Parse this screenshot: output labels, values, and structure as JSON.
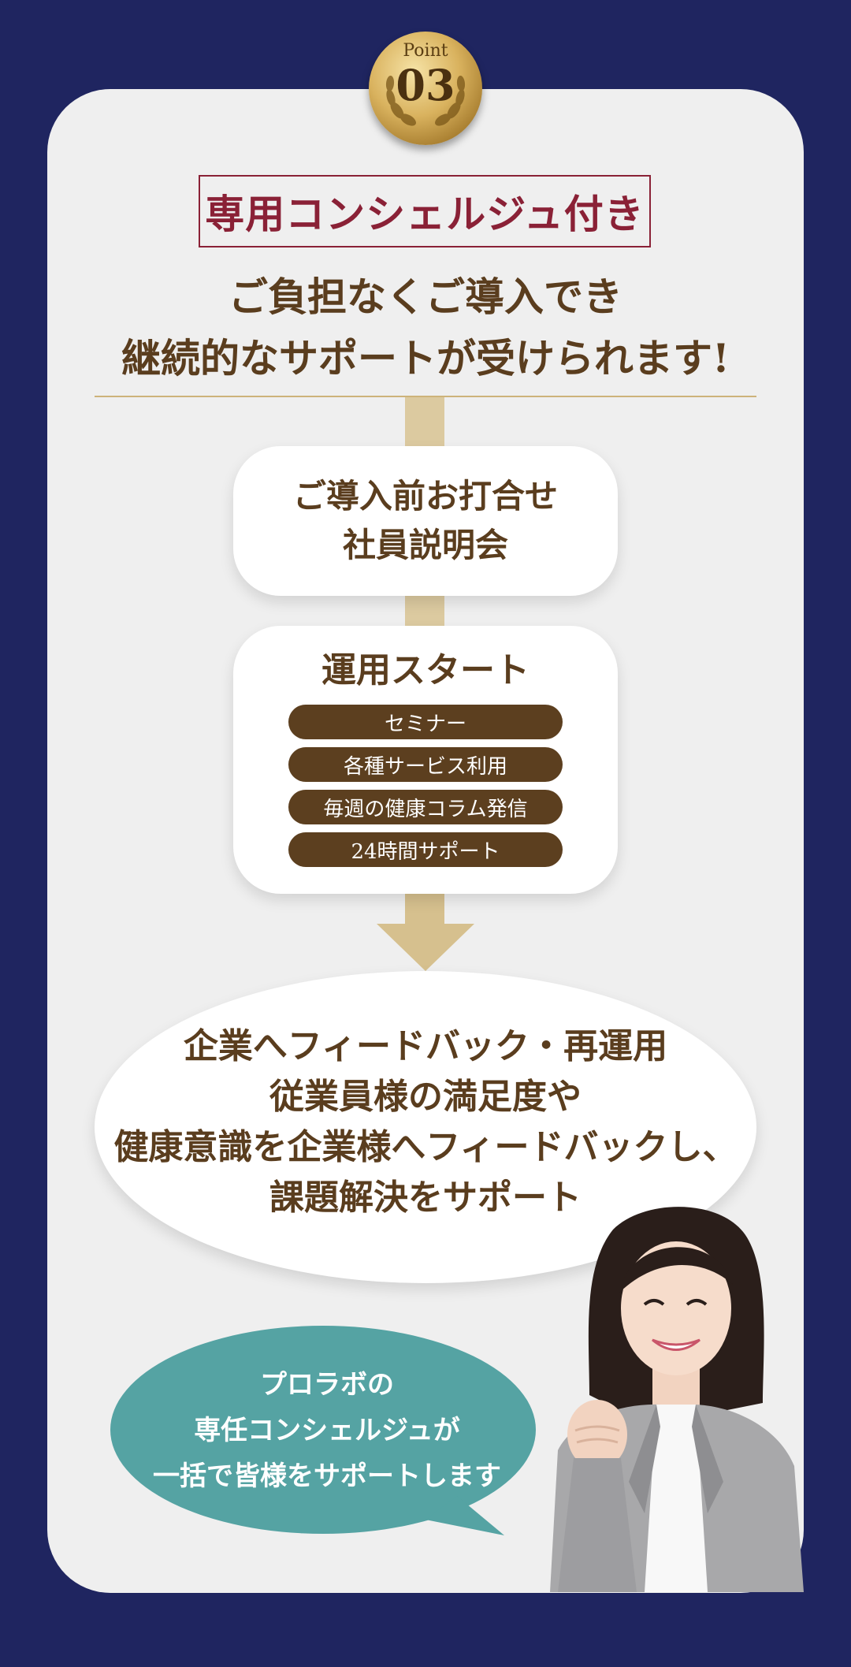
{
  "badge": {
    "label": "Point",
    "number": "03"
  },
  "title": "専用コンシェルジュ付き",
  "headline": [
    "ご負担なくご導入でき",
    "継続的なサポートが受けられます!"
  ],
  "step1": {
    "lines": [
      "ご導入前お打合せ",
      "社員説明会"
    ]
  },
  "step2": {
    "title": "運用スタート",
    "items": [
      "セミナー",
      "各種サービス利用",
      "毎週の健康コラム発信",
      "24時間サポート"
    ]
  },
  "result": {
    "lines": [
      "企業へフィードバック・再運用",
      "従業員様の満足度や",
      "健康意識を企業様へフィードバックし、",
      "課題解決をサポート"
    ]
  },
  "speech": {
    "lines": [
      "プロラボの",
      "専任コンシェルジュが",
      "一括で皆様をサポートします"
    ]
  },
  "colors": {
    "background": "#1f2560",
    "card": "#efefef",
    "title_accent": "#8a2136",
    "text_brown": "#5a3d1e",
    "pill": "#5c3f1f",
    "teal": "#55a3a3",
    "gold": "#cdb37a"
  }
}
